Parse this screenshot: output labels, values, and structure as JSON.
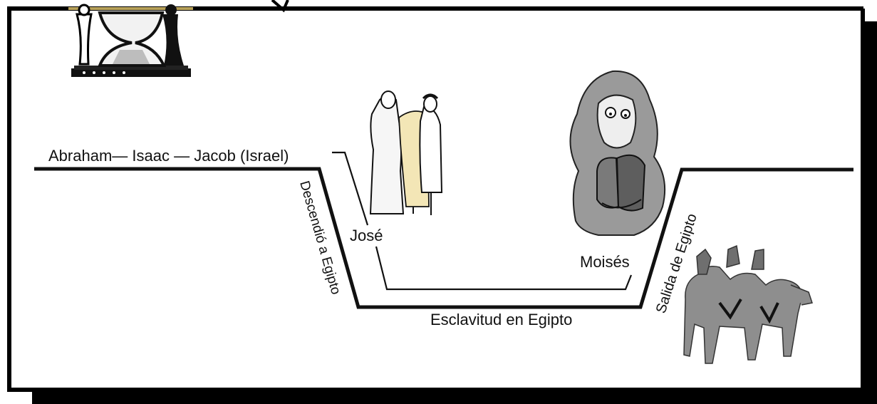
{
  "labels": {
    "patriarchs": "Abraham— Isaac — Jacob (Israel)",
    "descent": "Descendió a Egipto",
    "jose": "José",
    "moises": "Moisés",
    "exit": "Salida de Egipto",
    "slavery": "Esclavitud en Egipto"
  },
  "colors": {
    "line": "#111111",
    "frame_shadow": "#000000",
    "figure_gray": "#9a9a9a",
    "figure_dark": "#555555",
    "hourglass_gold": "#b8a25a"
  },
  "icons": {
    "hourglass": "hourglass-icon",
    "joseph_and_father": "joseph-coat-illustration",
    "moses_tablets": "moses-tablets-illustration",
    "camel_caravan": "camel-caravan-illustration"
  }
}
